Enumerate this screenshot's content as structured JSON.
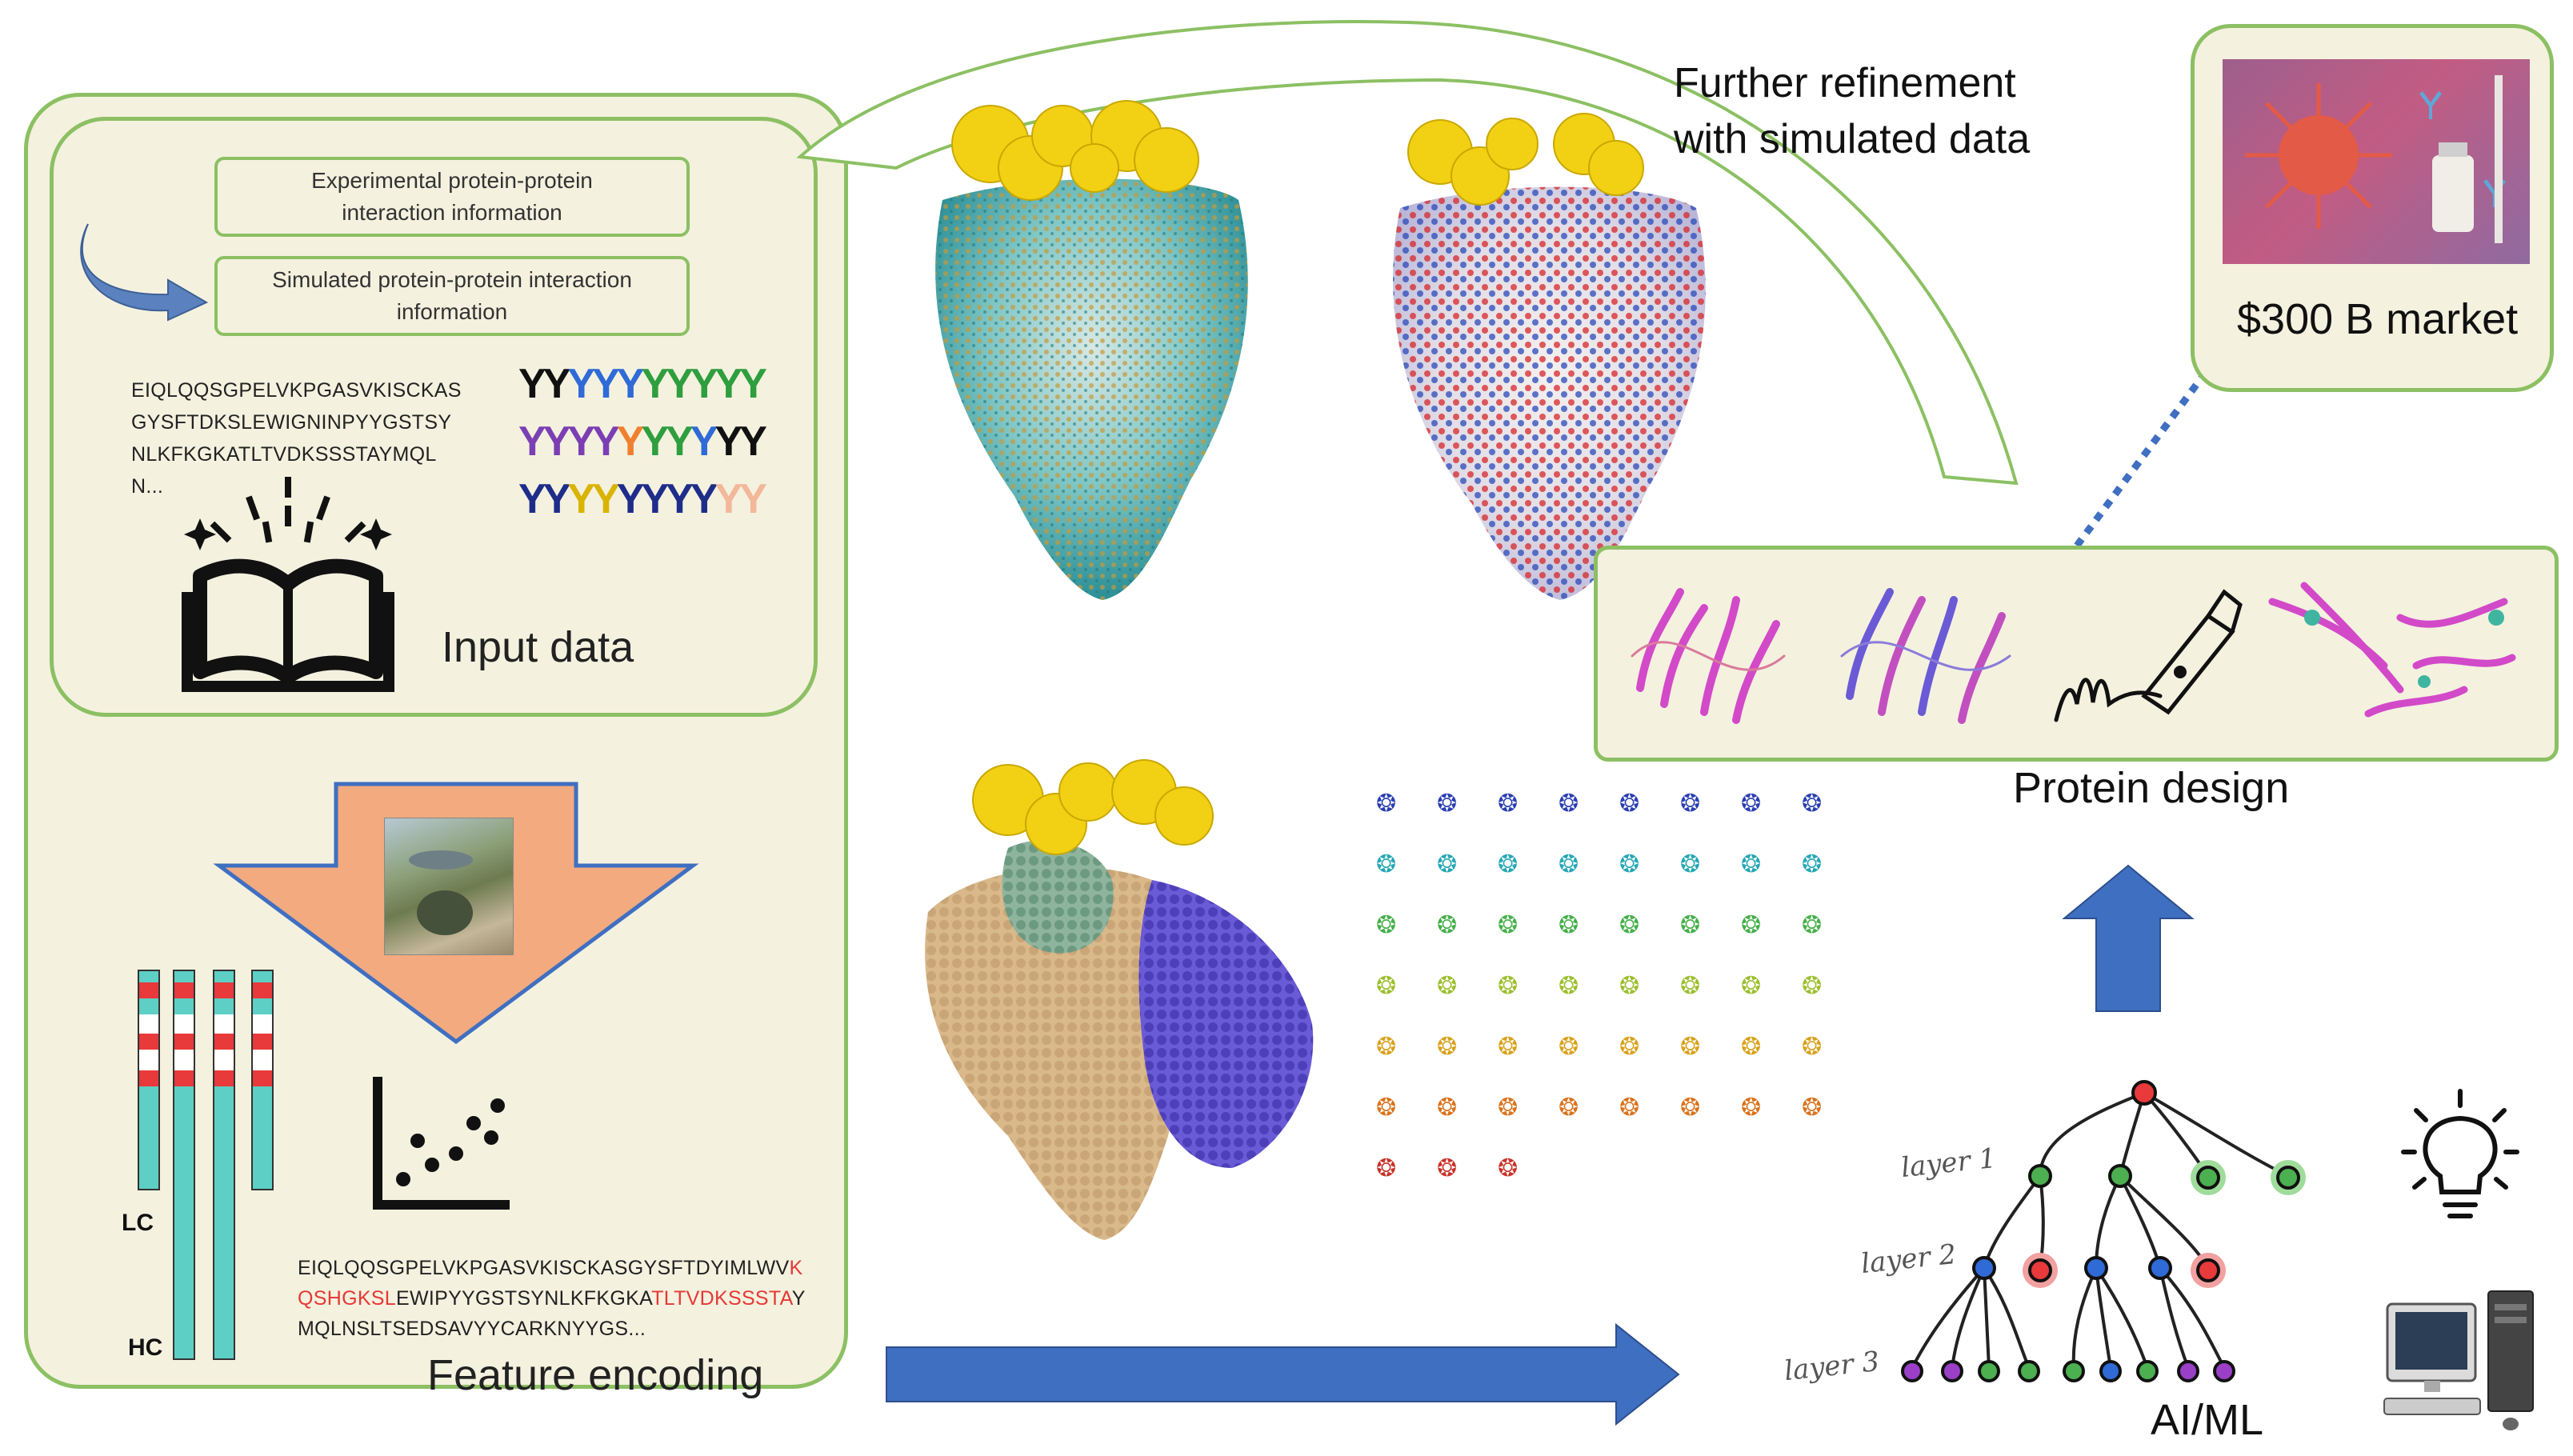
{
  "colors": {
    "panel_fill": "#f4f1df",
    "panel_border": "#8cc063",
    "arrow_blue": "#3f6fc1",
    "funnel_orange": "#f2aa7e",
    "bar_teal": "#5ecfc4",
    "bar_red": "#e8393b",
    "highlight_red": "#e53935",
    "antigen_yellow": "#f2d013"
  },
  "input_panel": {
    "box_experimental": "Experimental protein-protein interaction information",
    "box_simulated": "Simulated protein-protein interaction information",
    "sequence_lines": [
      "EIQLQQSGPELVKPGASVKISCKAS",
      "GYSFTDKSLEWIGNINPYYGSTSY",
      "NLKFKGKATLTVDKSSSTAYMQL",
      "N..."
    ],
    "yy_rows": [
      [
        {
          "c": "Y",
          "color": "#111111"
        },
        {
          "c": "Y",
          "color": "#111111"
        },
        {
          "c": "Y",
          "color": "#2f6ad6"
        },
        {
          "c": "Y",
          "color": "#2f6ad6"
        },
        {
          "c": "Y",
          "color": "#2f6ad6"
        },
        {
          "c": "Y",
          "color": "#2e9e3e"
        },
        {
          "c": "Y",
          "color": "#2e9e3e"
        },
        {
          "c": "Y",
          "color": "#2e9e3e"
        },
        {
          "c": "Y",
          "color": "#2e9e3e"
        },
        {
          "c": "Y",
          "color": "#2e9e3e"
        }
      ],
      [
        {
          "c": "Y",
          "color": "#7b3fb3"
        },
        {
          "c": "Y",
          "color": "#7b3fb3"
        },
        {
          "c": "Y",
          "color": "#7b3fb3"
        },
        {
          "c": "Y",
          "color": "#7b3fb3"
        },
        {
          "c": "Y",
          "color": "#f07f2e"
        },
        {
          "c": "Y",
          "color": "#2e9e3e"
        },
        {
          "c": "Y",
          "color": "#2e9e3e"
        },
        {
          "c": "Y",
          "color": "#2f6ad6"
        },
        {
          "c": "Y",
          "color": "#111111"
        },
        {
          "c": "Y",
          "color": "#111111"
        }
      ],
      [
        {
          "c": "Y",
          "color": "#1e2d8a"
        },
        {
          "c": "Y",
          "color": "#1e2d8a"
        },
        {
          "c": "Y",
          "color": "#d9b400"
        },
        {
          "c": "Y",
          "color": "#d9b400"
        },
        {
          "c": "Y",
          "color": "#1e2d8a"
        },
        {
          "c": "Y",
          "color": "#1e2d8a"
        },
        {
          "c": "Y",
          "color": "#1e2d8a"
        },
        {
          "c": "Y",
          "color": "#1e2d8a"
        },
        {
          "c": "Y",
          "color": "#f3b79a"
        },
        {
          "c": "Y",
          "color": "#f3b79a"
        }
      ]
    ],
    "label": "Input data"
  },
  "feature_panel": {
    "label_lc": "LC",
    "label_hc": "HC",
    "seq_line1": "EIQLQQSGPELVKPGASVKISCKASGYSFTDYIMLWV",
    "seq_line1_red": "K",
    "seq_line2_red": "QSHGKSL",
    "seq_line2": "EWIPYYGSTSYNLKFKGKA",
    "seq_line2_red_b": "TLTVDKSSSTA",
    "seq_line2_end": "Y",
    "seq_line3": "MQLNSLTSEDSAVYYCARKNYYGS...",
    "label": "Feature encoding"
  },
  "refinement_label_1": "Further refinement",
  "refinement_label_2": "with simulated data",
  "market_label": "$300 B market",
  "design_label": "Protein design",
  "aiml": {
    "label": "AI/ML",
    "layer1": "layer 1",
    "layer2": "layer 2",
    "layer3": "layer 3"
  }
}
